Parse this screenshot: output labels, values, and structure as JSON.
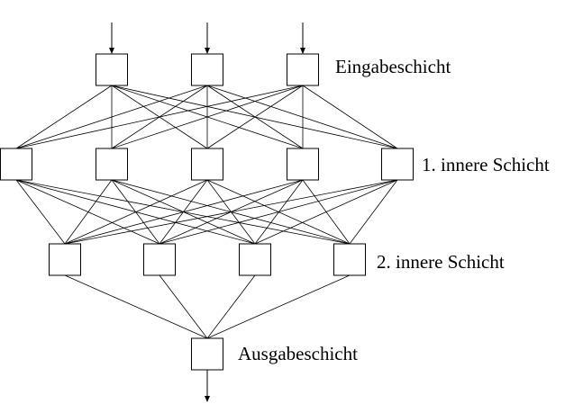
{
  "labels": {
    "input_layer": "Eingabeschicht",
    "hidden_layer_1": "1. innere Schicht",
    "hidden_layer_2": "2. innere Schicht",
    "output_layer": "Ausgabeschicht"
  },
  "network": {
    "layer_sizes": [
      3,
      5,
      4,
      1
    ],
    "fully_connected": true,
    "input_arrows": 3,
    "output_arrows": 1
  },
  "colors": {
    "stroke": "#000000",
    "node_fill": "#ffffff",
    "background": "#ffffff"
  }
}
